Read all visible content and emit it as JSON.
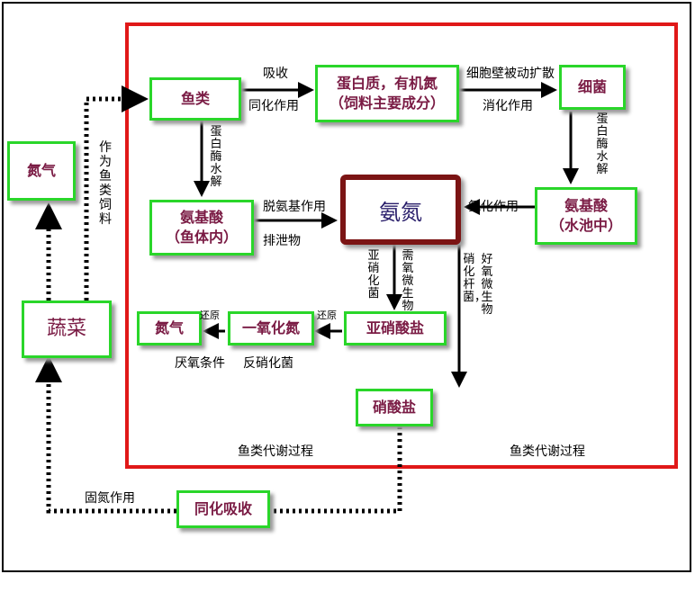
{
  "nodes": {
    "fish": "鱼类",
    "protein_line1": "蛋白质，有机氮",
    "protein_line2": "（饲料主要成分）",
    "bacteria": "细菌",
    "nitrogen_gas_left": "氮气",
    "amino_fish_line1": "氨基酸",
    "amino_fish_line2": "（鱼体内）",
    "ammonia": "氨氮",
    "amino_pool_line1": "氨基酸",
    "amino_pool_line2": "（水池中）",
    "vegetables": "蔬菜",
    "nitrogen_gas_inner": "氮气",
    "nitric_oxide": "一氧化氮",
    "nitrite": "亚硝酸盐",
    "nitrate": "硝酸盐",
    "assimilation": "同化吸收"
  },
  "labels": {
    "absorb": "吸收",
    "assimilate": "同化作用",
    "cell_wall": "细胞壁被动扩散",
    "digestion": "消化作用",
    "protease_left": "蛋白酶水解",
    "protease_right": "蛋白酶水解",
    "as_feed": "作为鱼类饲料",
    "deamination": "脱氨基作用",
    "excretion": "排泄物",
    "ammonification": "氨化作用",
    "nitrite_bacteria": "亚硝化菌",
    "aerobic_microbes": "需氧微生物",
    "nitrifying_bacteria": "硝化杆菌，",
    "aerobic_microbes_2": "好氧微生物",
    "reduction_1": "还原",
    "reduction_2": "还原",
    "anaerobic": "厌氧条件",
    "denitrifying": "反硝化菌",
    "metabolism_left": "鱼类代谢过程",
    "metabolism_right": "鱼类代谢过程",
    "nitrogen_fixation": "固氮作用"
  },
  "colors": {
    "node_border": "#2ad62a",
    "node_text": "#7a1b44",
    "center_border": "#7b1414",
    "center_text": "#2a1f6b",
    "red_frame": "#e01818"
  }
}
